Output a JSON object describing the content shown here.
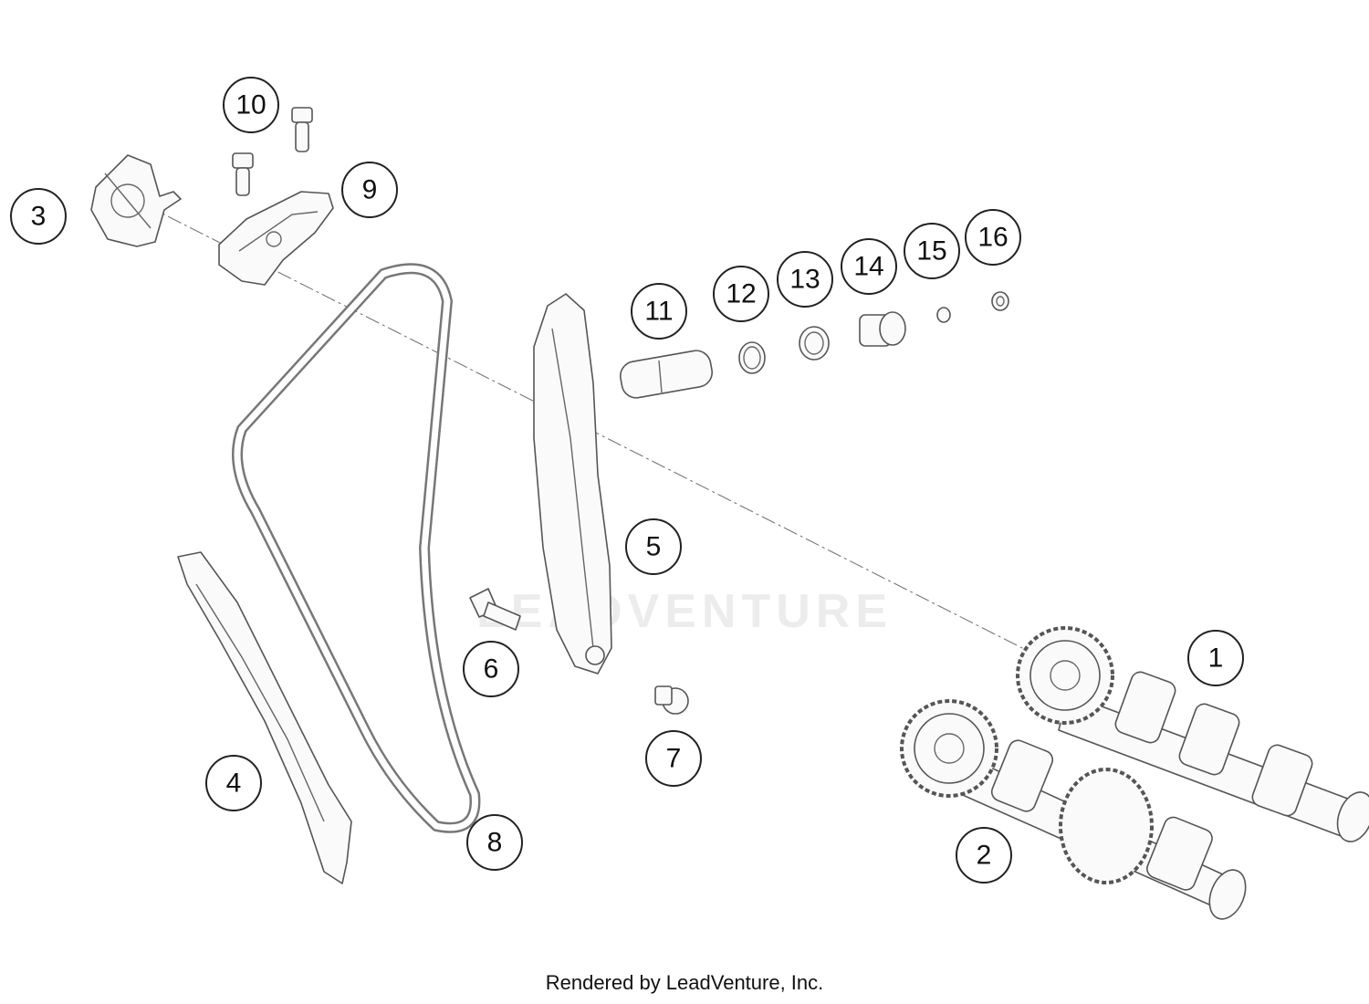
{
  "diagram": {
    "callouts": [
      {
        "id": 1,
        "label": "1"
      },
      {
        "id": 2,
        "label": "2"
      },
      {
        "id": 3,
        "label": "3"
      },
      {
        "id": 4,
        "label": "4"
      },
      {
        "id": 5,
        "label": "5"
      },
      {
        "id": 6,
        "label": "6"
      },
      {
        "id": 7,
        "label": "7"
      },
      {
        "id": 8,
        "label": "8"
      },
      {
        "id": 9,
        "label": "9"
      },
      {
        "id": 10,
        "label": "10"
      },
      {
        "id": 11,
        "label": "11"
      },
      {
        "id": 12,
        "label": "12"
      },
      {
        "id": 13,
        "label": "13"
      },
      {
        "id": 14,
        "label": "14"
      },
      {
        "id": 15,
        "label": "15"
      },
      {
        "id": 16,
        "label": "16"
      }
    ],
    "watermark_text": "LEADVENTURE",
    "footer_text": "Rendered by LeadVenture, Inc."
  }
}
